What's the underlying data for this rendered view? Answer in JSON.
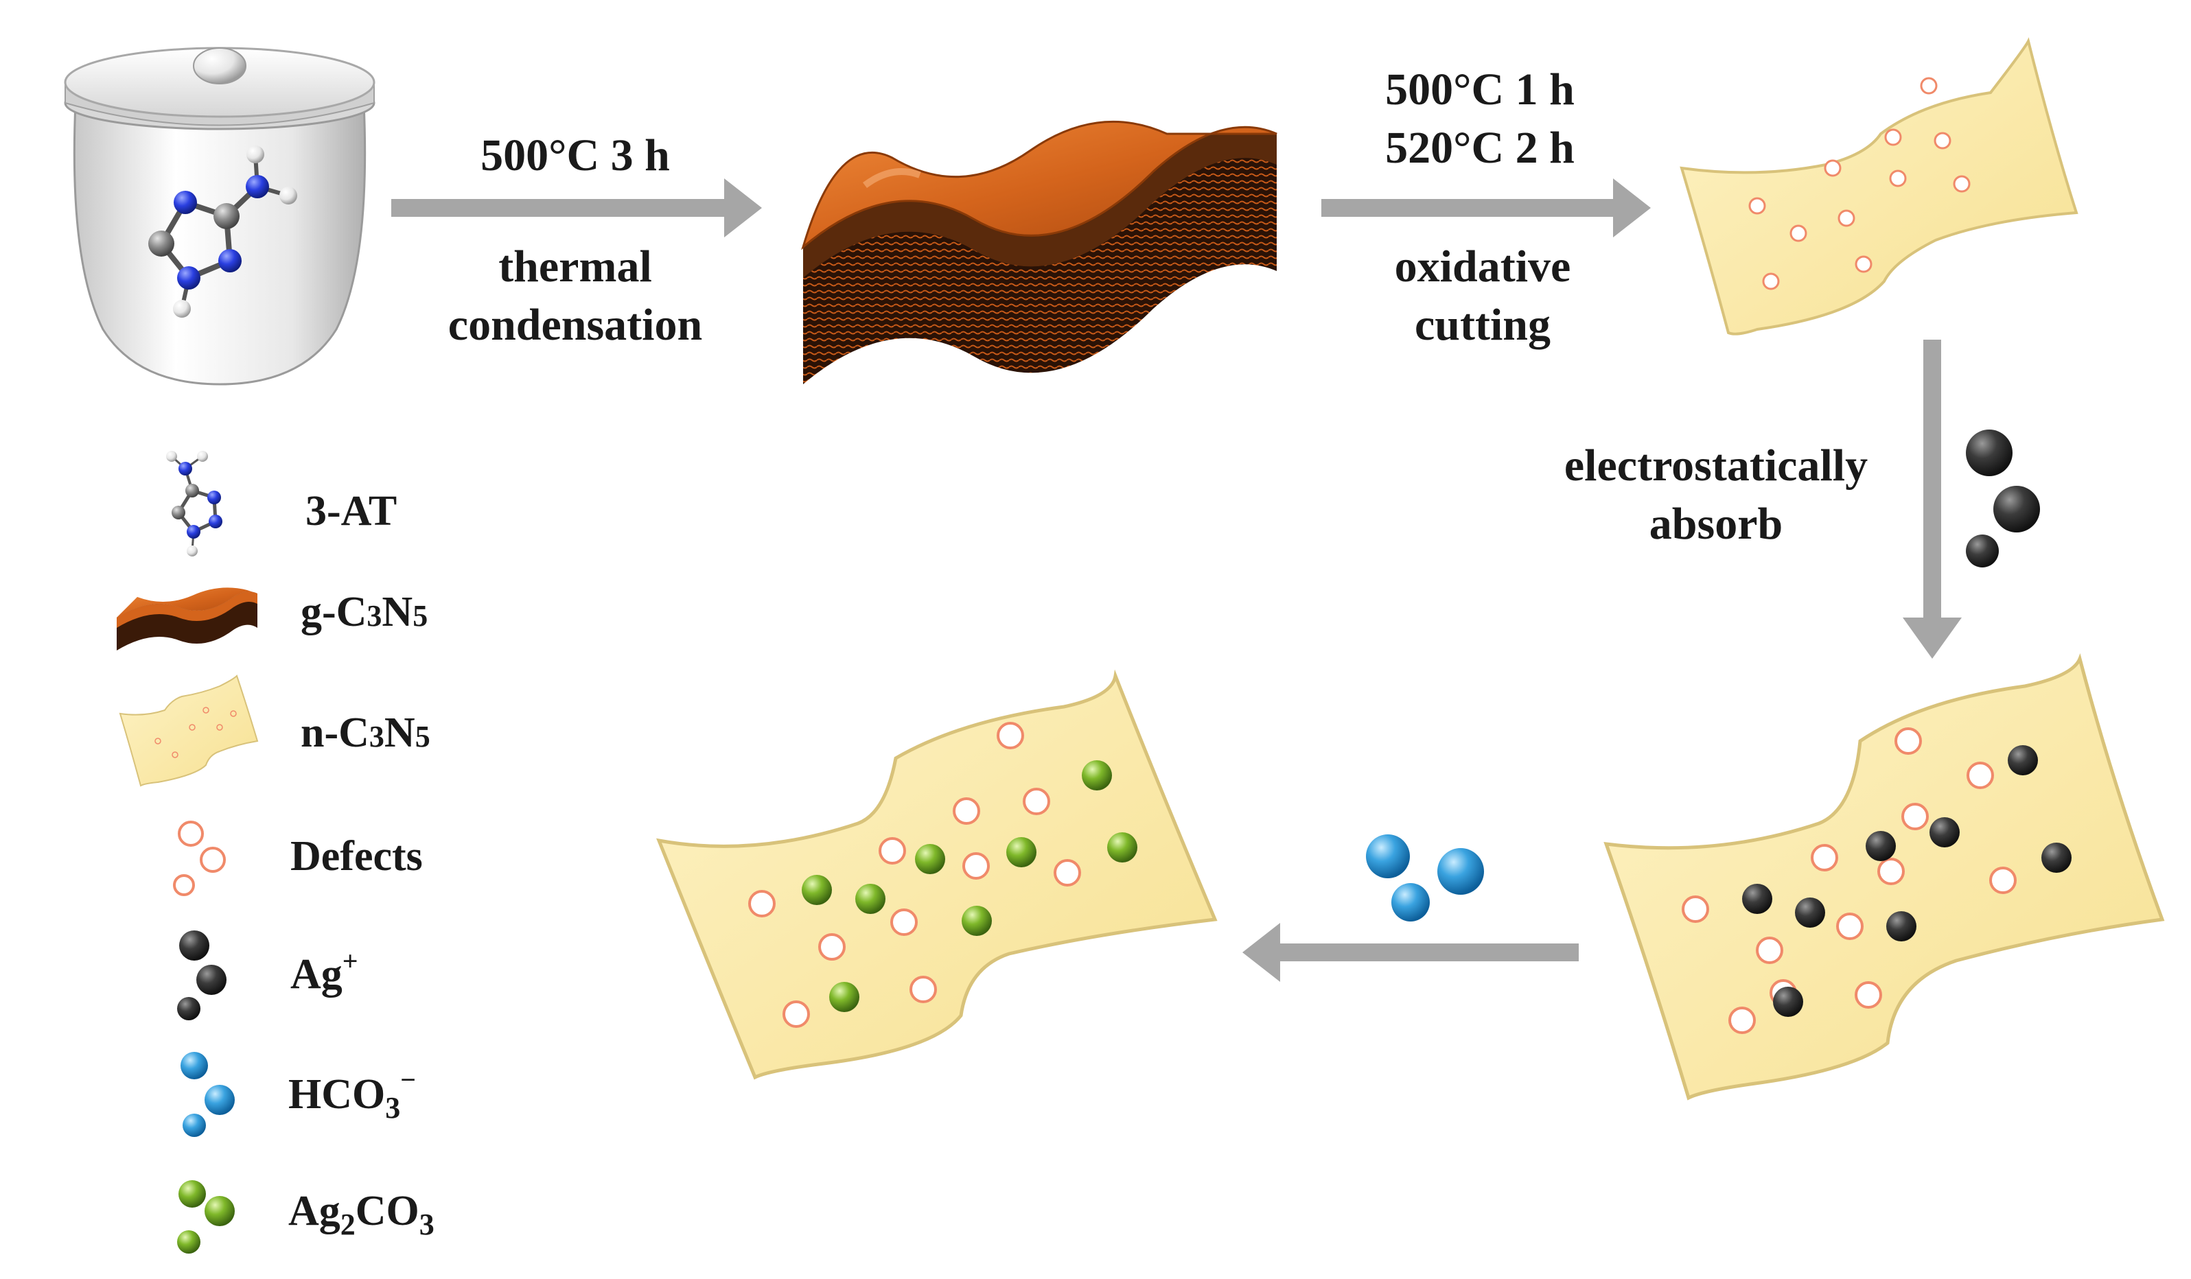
{
  "steps": {
    "step1": {
      "condition": "500°C  3 h",
      "line1": "thermal",
      "line2": "condensation"
    },
    "step2": {
      "condition1": "500°C  1 h",
      "condition2": "520°C  2 h",
      "line1": "oxidative",
      "line2": "cutting"
    },
    "step3": {
      "line1": "electrostatically",
      "line2": "absorb"
    }
  },
  "legend": {
    "at": "3-AT",
    "gc3n5": {
      "prefix": "g-C",
      "sub1": "3",
      "mid": "N",
      "sub2": "5"
    },
    "nc3n5": {
      "prefix": "n-C",
      "sub1": "3",
      "mid": "N",
      "sub2": "5"
    },
    "defects": "Defects",
    "ag": {
      "base": "Ag",
      "sup": "+"
    },
    "hco3": {
      "base": "HCO",
      "sub": "3",
      "sup": "−"
    },
    "ag2co3": {
      "a": "Ag",
      "sub1": "2",
      "b": "CO",
      "sub2": "3"
    }
  },
  "colors": {
    "arrow": "#a6a6a6",
    "sheet_fill": "#fbe9a8",
    "sheet_edge": "#d8c27a",
    "defect": "#f08a6a",
    "orange_top": "#d4641c",
    "orange_dark": "#3a1a08",
    "ag": "#3c3c3c",
    "hco3": "#3aa3e0",
    "ag2co3": "#7fb82a",
    "nitrogen": "#2a3fe0",
    "carbon": "#8c8c8c"
  },
  "icons": {
    "crucible": "crucible-icon",
    "molecule": "triazole-molecule-icon"
  }
}
